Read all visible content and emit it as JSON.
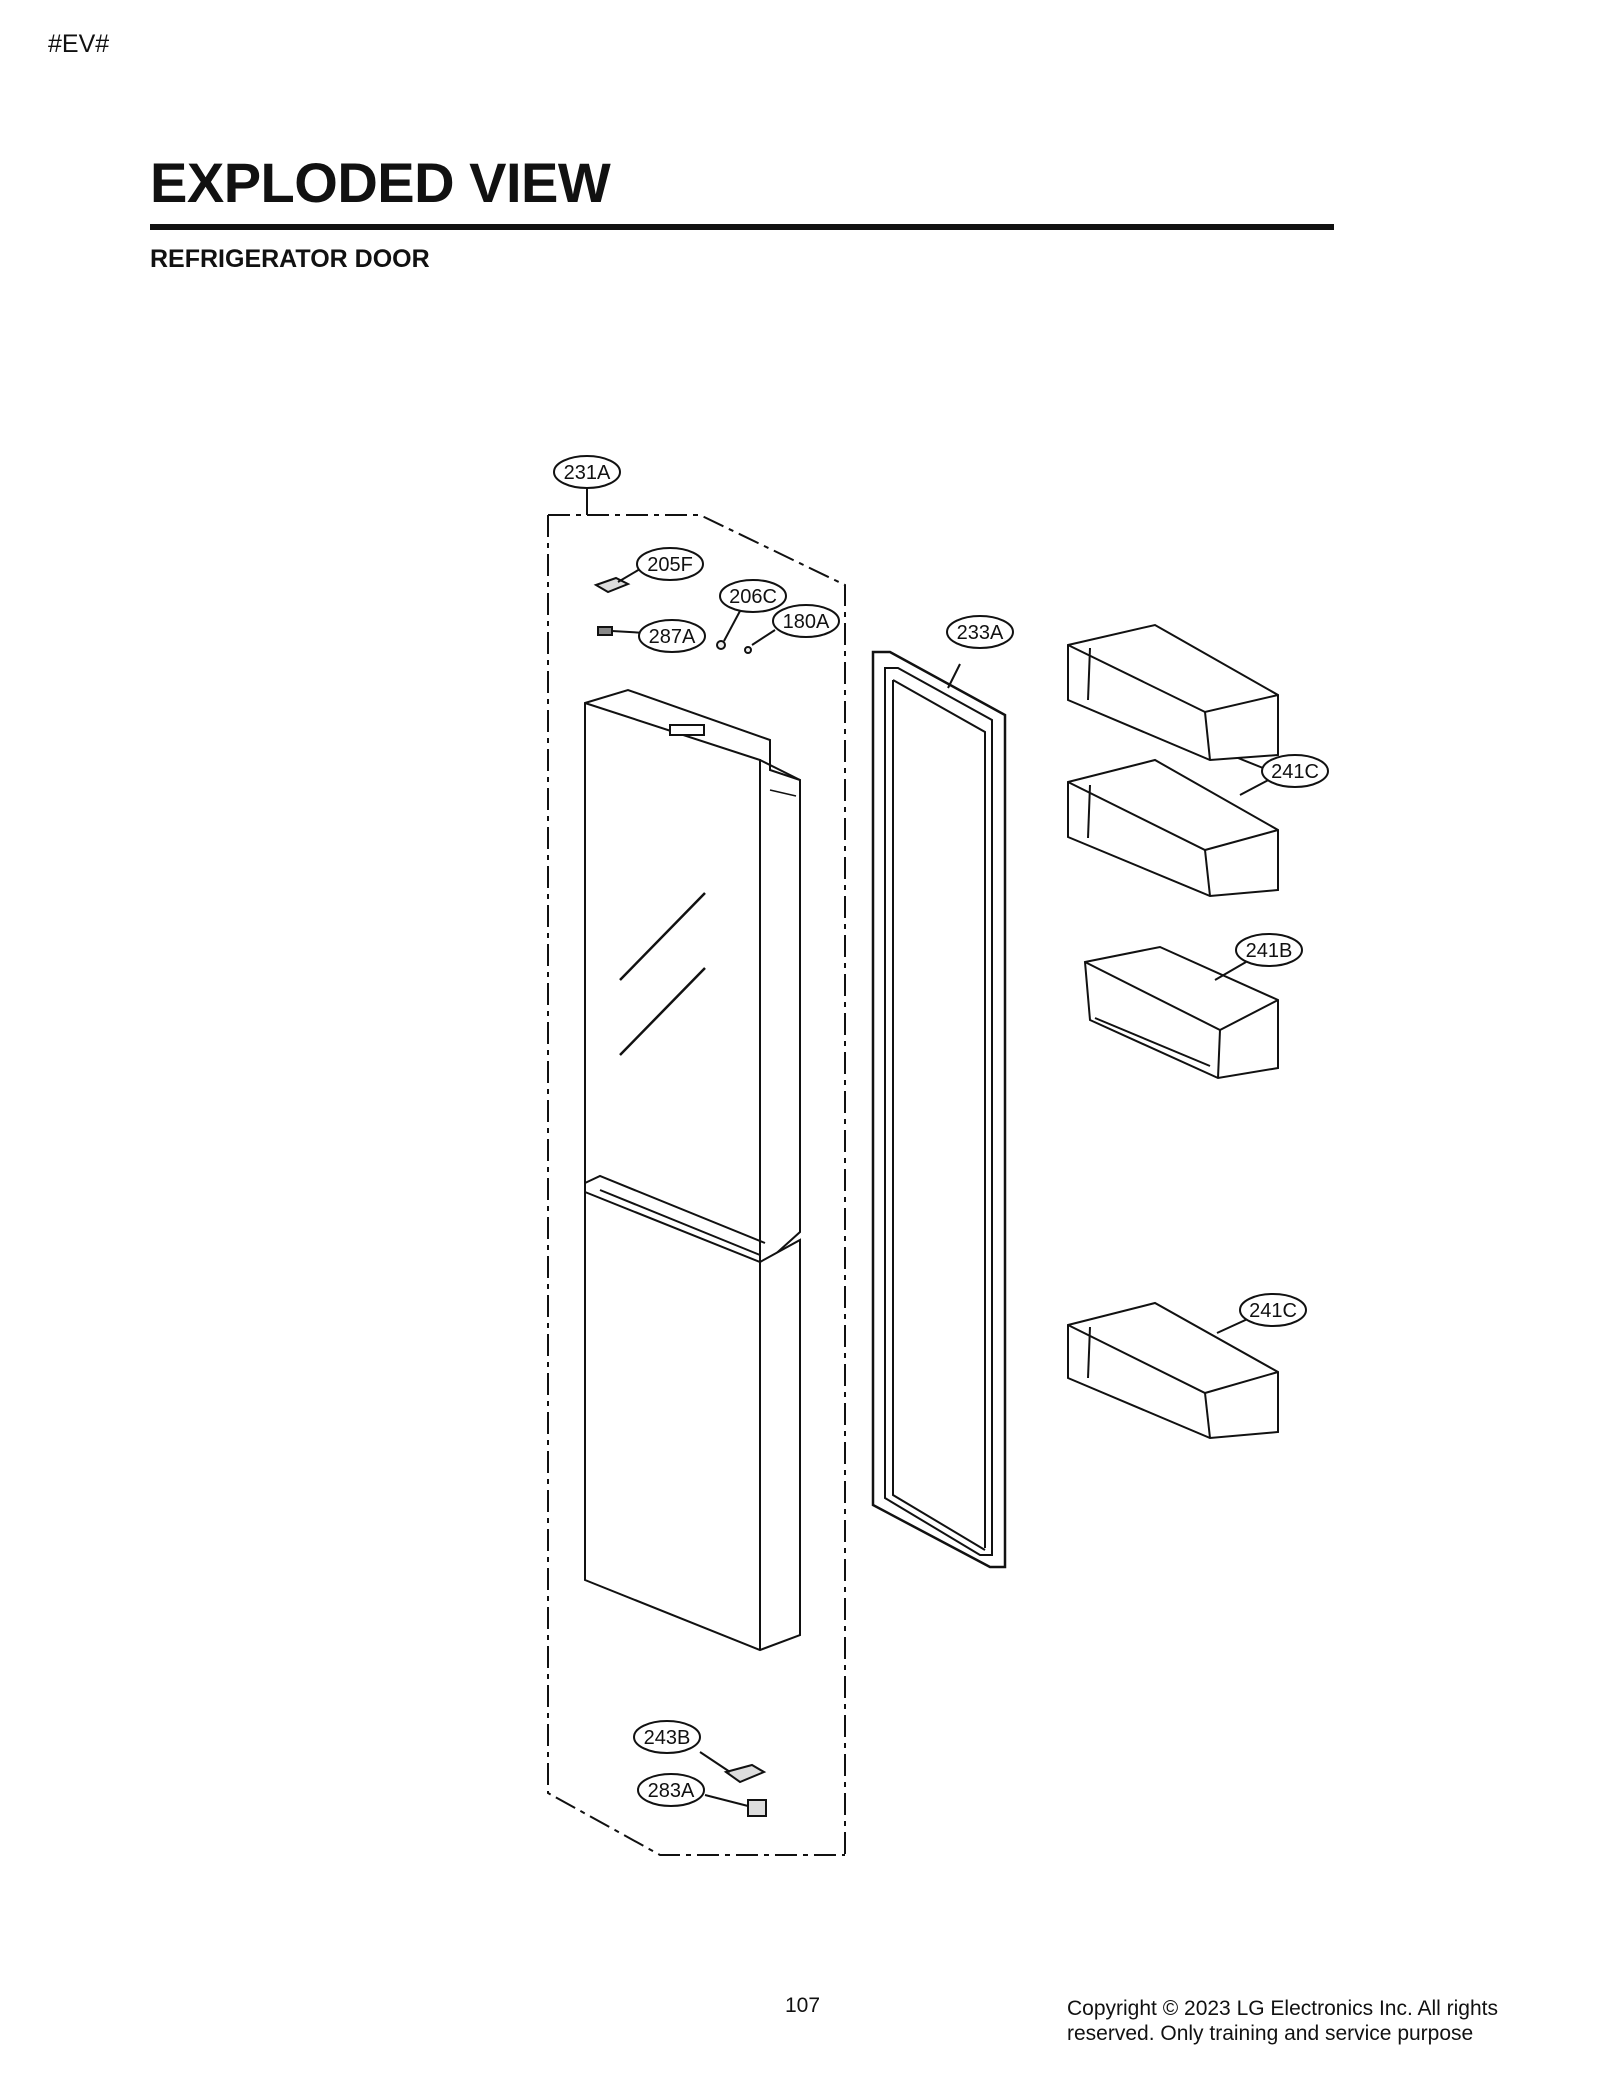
{
  "header": {
    "tag": "#EV#",
    "title": "EXPLODED VIEW",
    "subtitle": "REFRIGERATOR DOOR"
  },
  "callouts": {
    "c231A": "231A",
    "c205F": "205F",
    "c206C": "206C",
    "c180A": "180A",
    "c287A": "287A",
    "c233A": "233A",
    "c241C_top": "241C",
    "c241B": "241B",
    "c241C_bottom": "241C",
    "c243B": "243B",
    "c283A": "283A"
  },
  "footer": {
    "page_number": "107",
    "copyright": "Copyright © 2023 LG Electronics Inc. All rights reserved. Only training and service purpose"
  }
}
